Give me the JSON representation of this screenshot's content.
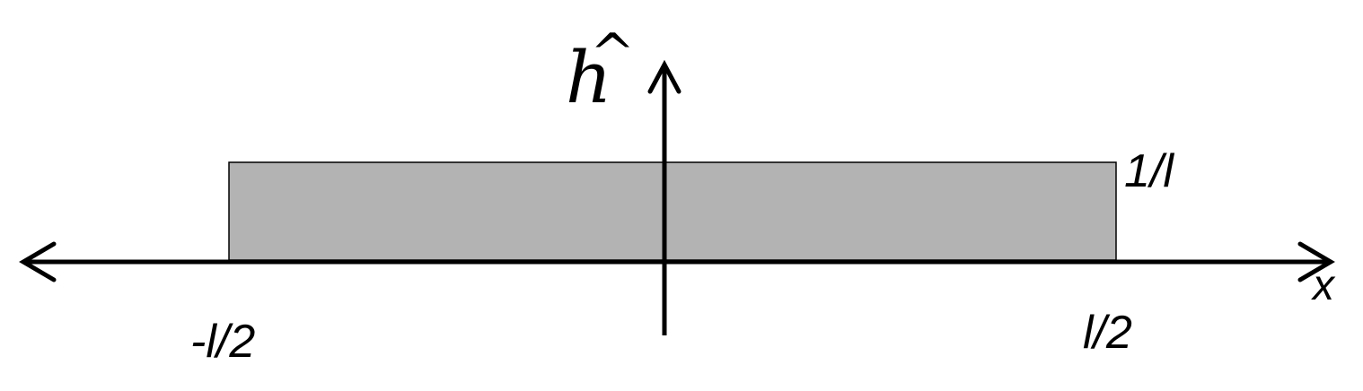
{
  "diagram": {
    "y_axis_label": "h",
    "y_axis_label_accent": "^",
    "x_axis_label": "x",
    "height_label": "1/l",
    "left_bound_label": "-l/2",
    "right_bound_label": "l/2",
    "colors": {
      "fill": "#b3b3b3",
      "axis": "#000000",
      "background": "#ffffff"
    }
  }
}
